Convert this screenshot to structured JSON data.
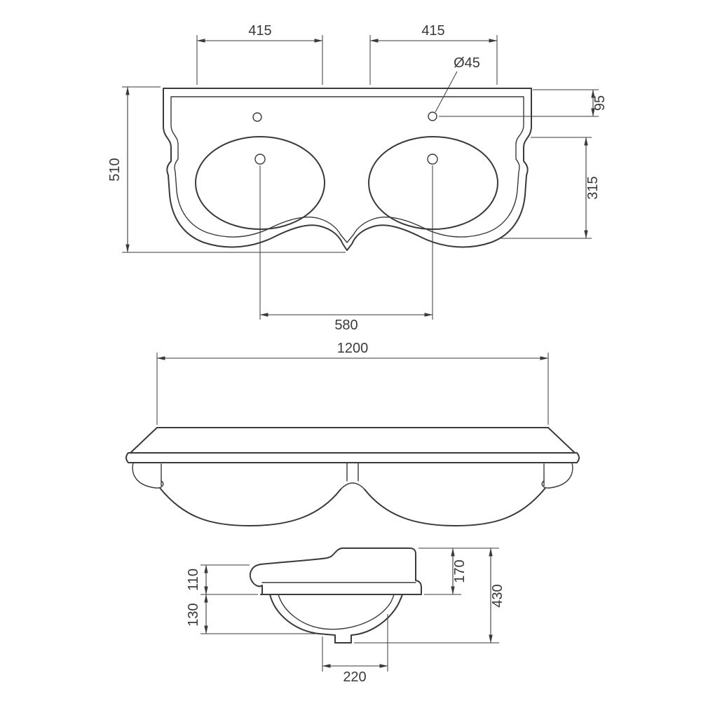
{
  "drawing": {
    "type": "technical dimension drawing",
    "subject": "double washbasin",
    "line_color": "#3a3a39",
    "background_color": "#ffffff"
  },
  "top_view": {
    "basin_left_width": "415",
    "basin_right_width": "415",
    "faucet_hole_diameter": "Ø45",
    "faucet_hole_offset": "95",
    "overall_depth": "510",
    "bowl_depth": "315",
    "drain_spacing": "580"
  },
  "front_view": {
    "overall_width": "1200"
  },
  "side_view": {
    "back_height": "170",
    "rim_front_height": "110",
    "bowl_height": "130",
    "overall_height": "430",
    "drain_offset": "220"
  }
}
